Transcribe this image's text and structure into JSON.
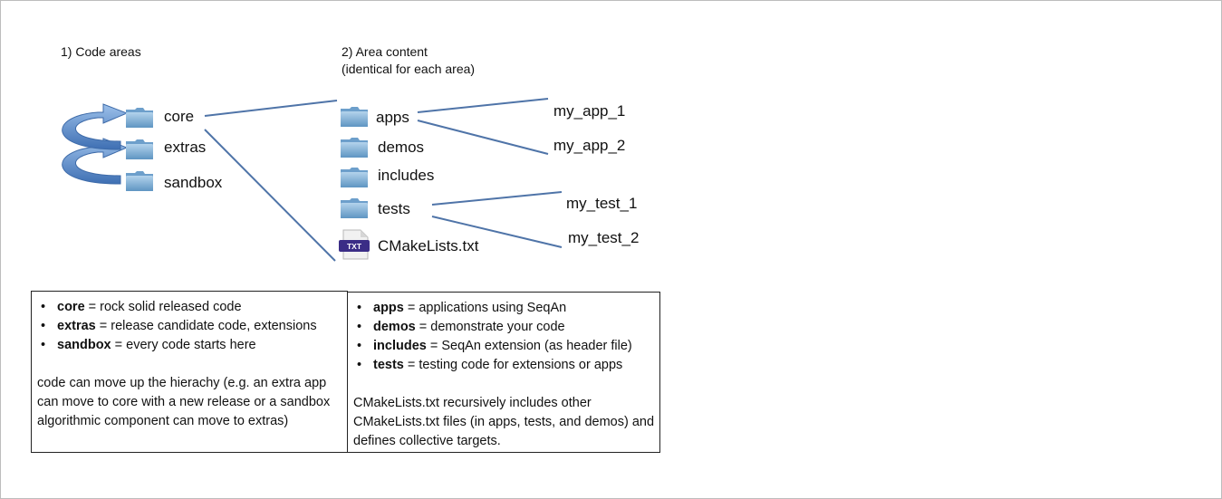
{
  "headings": {
    "code_areas": "1) Code areas",
    "area_content_line1": "2) Area content",
    "area_content_line2": "(identical for each area)"
  },
  "code_areas": [
    {
      "label": "core",
      "icon": "folder-icon"
    },
    {
      "label": "extras",
      "icon": "folder-icon"
    },
    {
      "label": "sandbox",
      "icon": "folder-icon"
    }
  ],
  "area_content": [
    {
      "label": "apps",
      "icon": "folder-icon"
    },
    {
      "label": "demos",
      "icon": "folder-icon"
    },
    {
      "label": "includes",
      "icon": "folder-icon"
    },
    {
      "label": "tests",
      "icon": "folder-icon"
    },
    {
      "label": "CMakeLists.txt",
      "icon": "txt-file-icon",
      "badge": "TXT"
    }
  ],
  "app_children": [
    "my_app_1",
    "my_app_2"
  ],
  "test_children": [
    "my_test_1",
    "my_test_2"
  ],
  "left_box": {
    "items": [
      {
        "term": "core",
        "desc": " = rock solid released code"
      },
      {
        "term": "extras",
        "desc": " = release candidate code, extensions"
      },
      {
        "term": "sandbox",
        "desc": " = every code starts here"
      }
    ],
    "note": "code can move up the hierachy (e.g. an extra app can move to core with a new release or a sandbox algorithmic component can move to extras)"
  },
  "right_box": {
    "items": [
      {
        "term": "apps",
        "desc": " = applications using SeqAn"
      },
      {
        "term": "demos",
        "desc": " = demonstrate your code"
      },
      {
        "term": "includes",
        "desc": " = SeqAn extension (as header file)"
      },
      {
        "term": "tests",
        "desc": " = testing code for extensions or apps"
      }
    ],
    "note": "CMakeLists.txt recursively includes other CMakeLists.txt files (in apps, tests, and demos) and defines collective targets."
  },
  "colors": {
    "line": "#4f74a8",
    "folder_top": "#a9cbe6",
    "folder_bottom": "#5f95c2",
    "arrow": "#4f7fc0",
    "txt_badge": "#3b2d86"
  }
}
